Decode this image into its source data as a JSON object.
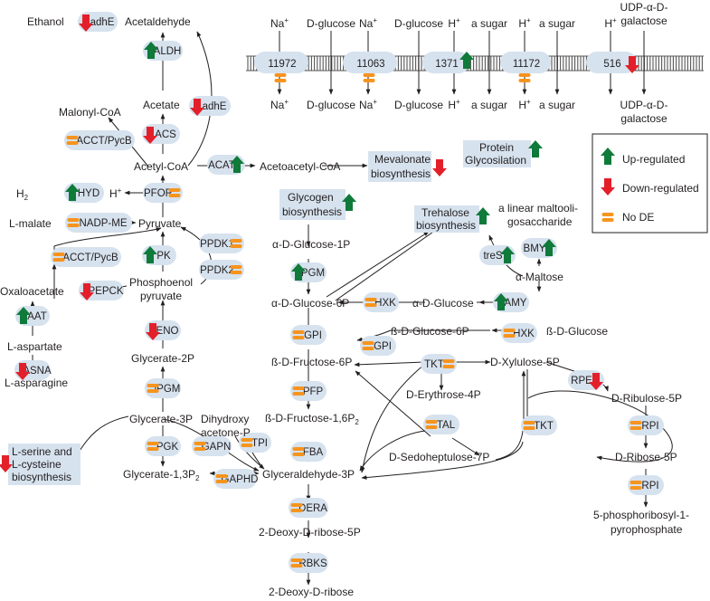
{
  "diagram": {
    "labels": {
      "ethanol": "Ethanol",
      "acetaldehyde": "Acetaldehyde",
      "acetate": "Acetate",
      "malonyl_coa": "Malonyl-CoA",
      "acetyl_coa": "Acetyl-CoA",
      "acetoacetyl_coa": "Acetoacetyl-CoA",
      "h2": "H",
      "h2_sub": "2",
      "hplus": "H",
      "lmalate": "L-malate",
      "pyruvate": "Pyruvate",
      "oxaloacetate": "Oxaloacetate",
      "pep1": "Phosphoenol",
      "pep2": "pyruvate",
      "laspartate": "L-aspartate",
      "lasparagine": "L-asparagine",
      "glycerate2p": "Glycerate-2P",
      "glycerate3p": "Glycerate-3P",
      "glycerate13p": "Glycerate-1,3P",
      "glycerate13p_sub": "2",
      "dhap1": "Dihydroxy",
      "dhap2": "acetone-P",
      "g3p": "Glyceraldehyde-3P",
      "deoxyribose5p": "2-Deoxy-D-ribose-5P",
      "deoxyribose": "2-Deoxy-D-ribose",
      "adg1p": "α-D-Glucose-1P",
      "adg6p": "α-D-Glucose-6P",
      "bdf6p": "ß-D-Fructose-6P",
      "bdf16p": "ß-D-Fructose-1,6P",
      "bdf16p_sub": "2",
      "adglucose": "α-D-Glucose",
      "bdg6p": "ß-D-Glucose-6P",
      "bdglucose": "ß-D-Glucose",
      "amaltose": "α-Maltose",
      "linear_malto1": "a linear maltooli-",
      "linear_malto2": "gosaccharide",
      "derythrose4p": "D-Erythrose-4P",
      "dsedoheptulose7p": "D-Sedoheptulose-7P",
      "dxylulose5p": "D-Xylulose-5P",
      "dribulose5p": "D-Ribulose-5P",
      "dribose5p": "D-Ribose-5P",
      "prpp1": "5-phosphoribosyl-1-",
      "prpp2": "pyrophosphate"
    },
    "highlighted": {
      "mevalonate1": "Mevalonate",
      "mevalonate2": "biosynthesis",
      "glycogen1": "Glycogen",
      "glycogen2": "biosynthesis",
      "trehalose1": "Trehalose",
      "trehalose2": "biosynthesis",
      "serine1": "L-serine and",
      "serine2": "L-cysteine",
      "serine3": "biosynthesis",
      "protein1": "Protein",
      "protein2": "Glycosilation"
    },
    "enzymes": {
      "adhE1": "adhE",
      "aldh": "ALDH",
      "adhE2": "adhE",
      "acct1": "ACCT/PycB",
      "acs": "ACS",
      "acat": "ACAT",
      "pfor": "PFOR",
      "hyd": "HYD",
      "nadpme": "NADP-ME",
      "acct2": "ACCT/PycB",
      "pk": "PK",
      "ppdk1": "PPDK1",
      "ppdk2": "PPDK2",
      "pepck": "PEPCK",
      "aat": "AAT",
      "eno": "ENO",
      "asna": "ASNA",
      "ipgm": "iPGM",
      "pgk": "PGK",
      "gapn": "GAPN",
      "tpi": "TPI",
      "gaphd": "GAPHD",
      "fba": "FBA",
      "pfp": "PFP",
      "gpi1": "GPI",
      "gpi2": "GPI",
      "pgm": "PGM",
      "hxk1": "HXK",
      "hxk2": "HXK",
      "amy": "AMY",
      "tres": "treS",
      "bmy": "BMY",
      "tkt1": "TKT",
      "tkt2": "TKT",
      "tal": "TAL",
      "rpe": "RPE",
      "rpi1": "RPI",
      "rpi2": "RPI",
      "dera": "DERA",
      "rbks": "RBKS"
    },
    "membrane": {
      "transporters": [
        "11972",
        "11063",
        "1371",
        "11172",
        "516"
      ],
      "top": [
        "Na",
        "D-glucose",
        "Na",
        "D-glucose",
        "H",
        "a sugar",
        "H",
        "a sugar",
        "H"
      ],
      "bottom": [
        "Na",
        "D-glucose",
        "Na",
        "D-glucose",
        "H",
        "a sugar",
        "H",
        "a sugar"
      ],
      "plus": "+",
      "udp_top1": "UDP-α-D-",
      "udp_top2": "galactose",
      "udp_bot1": "UDP-α-D-",
      "udp_bot2": "galactose"
    },
    "legend": {
      "up": "Up-regulated",
      "down": "Down-regulated",
      "nodiff": "No DE"
    },
    "colors": {
      "up": "#0f7a3a",
      "down": "#e3202a",
      "no_de": "#f7941d",
      "enzyme_box": "#d6e2ee",
      "membrane": "#555555"
    }
  }
}
